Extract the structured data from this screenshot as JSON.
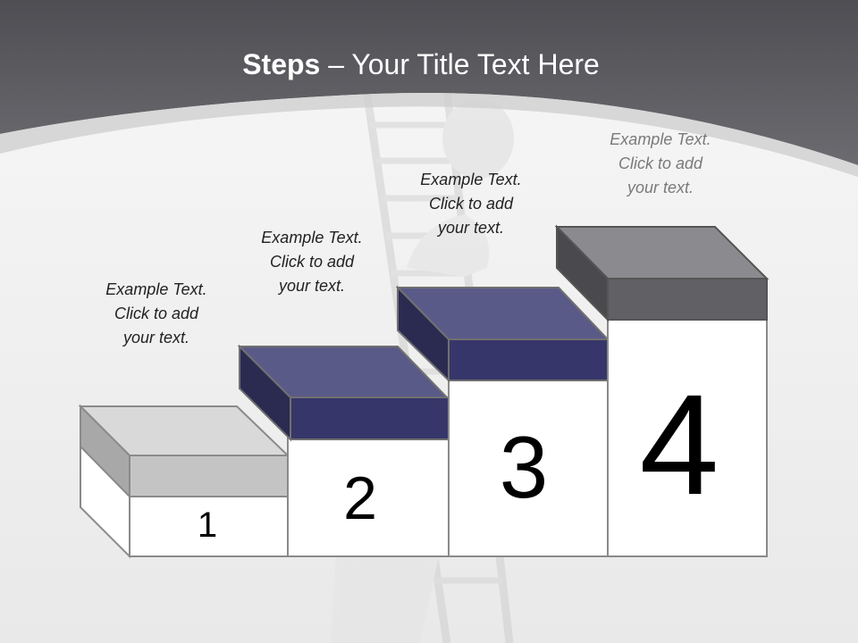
{
  "title": {
    "bold": "Steps",
    "rest": " – Your Title Text Here"
  },
  "steps": [
    {
      "number": "1",
      "lines": [
        "Example Text.",
        "Click  to add",
        "your text."
      ]
    },
    {
      "number": "2",
      "lines": [
        "Example Text.",
        "Click  to add",
        "your text."
      ]
    },
    {
      "number": "3",
      "lines": [
        "Example Text.",
        "Click  to add",
        "your text."
      ]
    },
    {
      "number": "4",
      "lines": [
        "Example Text.",
        "Click  to add",
        "your text."
      ]
    }
  ],
  "colors": {
    "header": "#5b5b60",
    "step1_top": "#d6d6d6",
    "step2_top": "#5a5a8a",
    "step3_top": "#5a5a8a",
    "step4_top": "#8a8a8e"
  }
}
